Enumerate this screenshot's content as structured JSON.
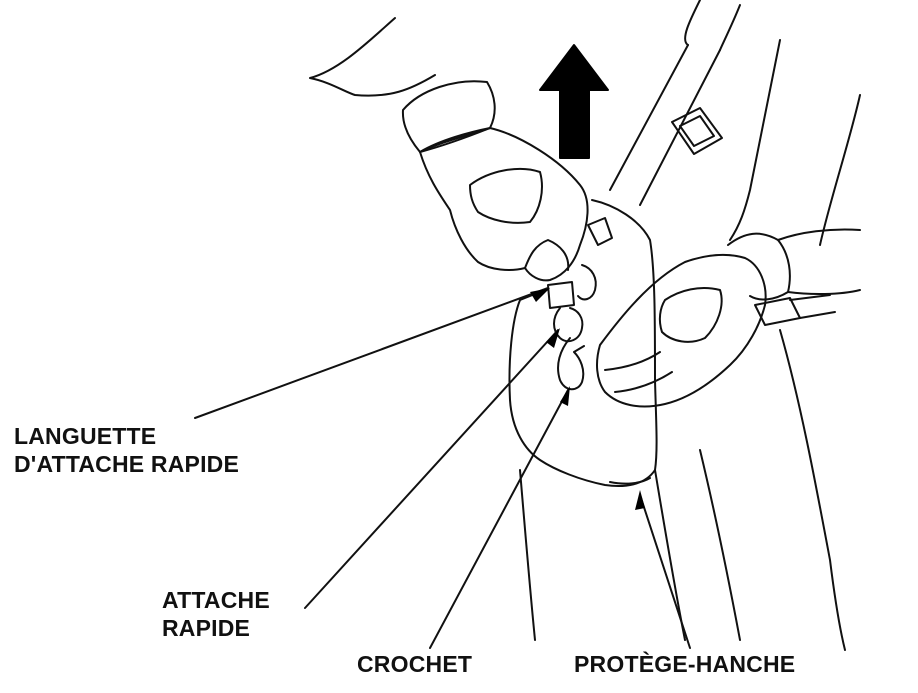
{
  "labels": {
    "languette": {
      "line1": "LANGUETTE",
      "line2": "D'ATTACHE RAPIDE"
    },
    "attache": {
      "line1": "ATTACHE",
      "line2": "RAPIDE"
    },
    "crochet": "CROCHET",
    "protege": "PROTÈGE-HANCHE"
  },
  "colors": {
    "line": "#111111",
    "background": "#ffffff",
    "arrow": "#000000"
  },
  "icons": {
    "pull_direction": "up-arrow-icon"
  }
}
